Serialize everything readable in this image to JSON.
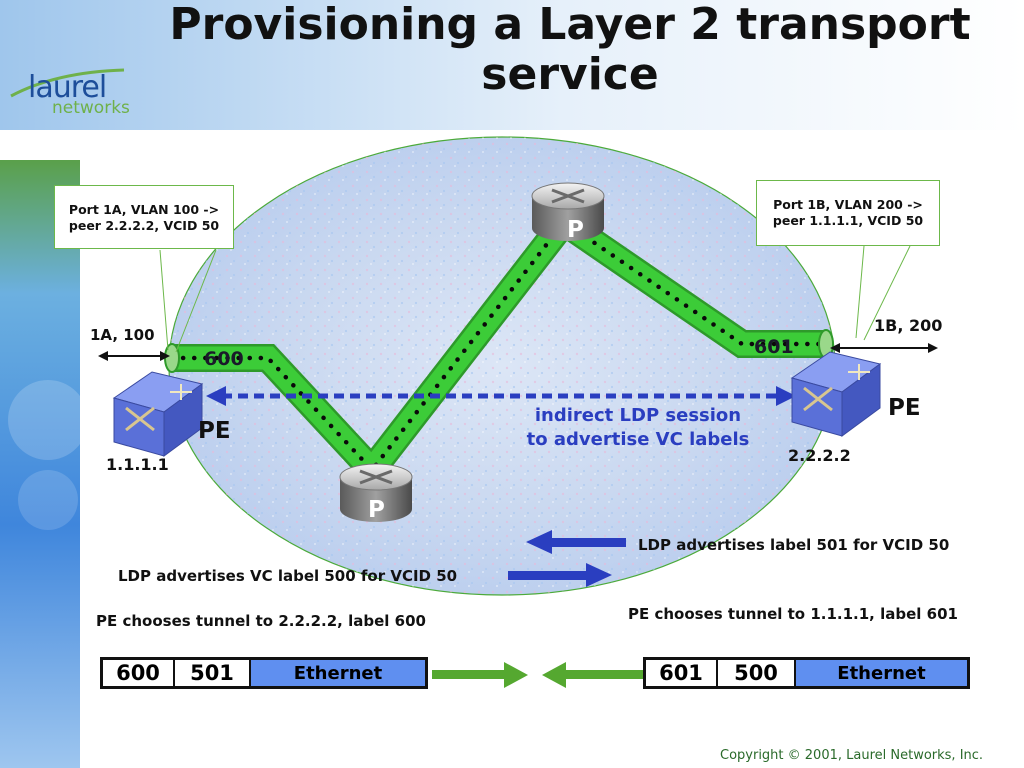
{
  "title": "Provisioning a Layer 2 transport service",
  "logo": {
    "word1": "laurel",
    "word2": "networks"
  },
  "callouts": {
    "left": "Port 1A, VLAN 100 -> peer 2.2.2.2, VCID 50",
    "right": "Port 1B, VLAN 200 -> peer 1.1.1.1, VCID 50"
  },
  "ports": {
    "left": "1A, 100",
    "right": "1B, 200"
  },
  "routers": {
    "pe_left": {
      "label": "PE",
      "address": "1.1.1.1"
    },
    "pe_right": {
      "label": "PE",
      "address": "2.2.2.2"
    },
    "p_top": "P",
    "p_bottom": "P"
  },
  "tunnel_labels": {
    "left": "600",
    "right": "601"
  },
  "ldp_session": {
    "line1": "indirect LDP session",
    "line2": "to advertise VC labels"
  },
  "messages": {
    "right_advert": "LDP advertises label 501 for VCID 50",
    "left_advert": "LDP advertises VC label 500 for VCID 50",
    "left_tunnel": "PE chooses tunnel to 2.2.2.2, label 600",
    "right_tunnel": "PE chooses tunnel to 1.1.1.1, label 601"
  },
  "frames": {
    "left": [
      "600",
      "501",
      "Ethernet"
    ],
    "right": [
      "601",
      "500",
      "Ethernet"
    ]
  },
  "colors": {
    "tunnel_green": "#3ccc38",
    "arrow_blue": "#2a3ec0",
    "arrow_green": "#55a830",
    "ethernet_blue": "#5f8ff0"
  },
  "copyright": "Copyright © 2001, Laurel Networks, Inc."
}
